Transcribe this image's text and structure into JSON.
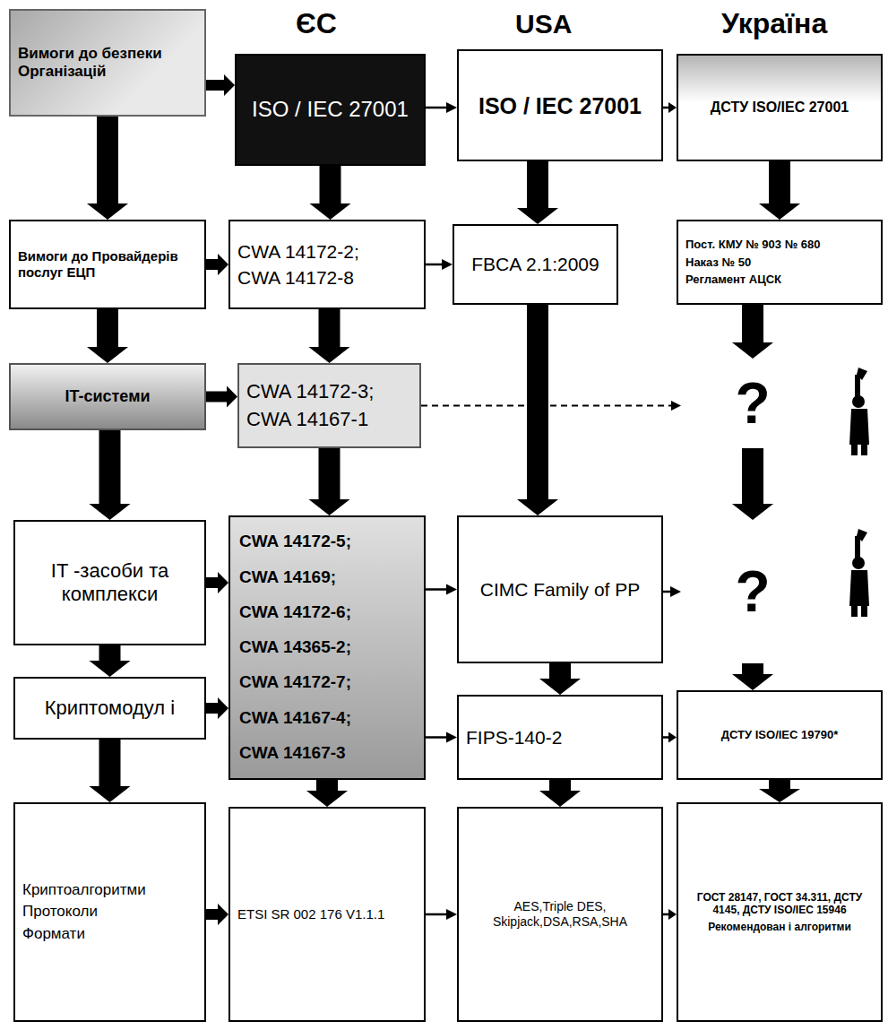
{
  "diagram": {
    "nodes": [
      {
        "text": [
          "Вимоги до безпеки Організацій"
        ]
      },
      {
        "text": [
          "ISO / IEC 27001"
        ]
      },
      {
        "text": [
          "ISO / IEC 27001"
        ]
      },
      {
        "text": [
          "ДСТУ ISO/IEC 27001"
        ]
      },
      {
        "text": [
          "Вимоги до Провайдерів послуг ЕЦП"
        ]
      },
      {
        "text": [
          "CWA 14172-2;",
          "CWA 14172-8"
        ]
      },
      {
        "text": [
          "FBCA 2.1:2009"
        ]
      },
      {
        "text": [
          "Пост. КМУ № 903 № 680",
          "Наказ № 50",
          "Регламент АЦСК"
        ]
      },
      {
        "text": [
          "IT-системи"
        ]
      },
      {
        "text": [
          "CWA 14172-3;",
          "CWA 14167-1"
        ]
      },
      {
        "text": [
          "?"
        ]
      },
      {
        "text": [
          "IT -засоби та комплекси"
        ]
      },
      {
        "text": [
          "CWA 14172-5;",
          "CWA 14169;",
          "CWA 14172-6;",
          "CWA 14365-2;",
          "CWA 14172-7;",
          "CWA 14167-4;",
          "CWA 14167-3"
        ]
      },
      {
        "text": [
          "CIMC Family of PP"
        ]
      },
      {
        "text": [
          "?"
        ]
      },
      {
        "text": [
          "Криптомодул і"
        ]
      },
      {
        "text": [
          "FIPS-140-2"
        ]
      },
      {
        "text": [
          "ДСТУ ISO/IEC 19790*"
        ]
      },
      {
        "text": [
          "Криптоалгоритми",
          "Протоколи",
          "Формати"
        ]
      },
      {
        "text": [
          "ETSI SR 002 176 V1.1.1"
        ]
      },
      {
        "text": [
          "AES,Triple DES, Skipjack,DSA,RSA,SHA"
        ]
      },
      {
        "text": [
          "ГОСТ 28147, ГОСТ 34.311, ДСТУ 4145, ДСТУ ISO/IEC 15946",
          "Рекомендован і алгоритми"
        ]
      }
    ],
    "edges": [
      {
        "from": 0,
        "to": 1,
        "arrow": "to"
      },
      {
        "from": 4,
        "to": 5,
        "arrow": "to"
      },
      {
        "from": 8,
        "to": 9,
        "arrow": "to"
      },
      {
        "from": 11,
        "to": 12,
        "arrow": "to"
      },
      {
        "from": 15,
        "to": 12,
        "arrow": "to"
      },
      {
        "from": 18,
        "to": 19,
        "arrow": "to"
      },
      {
        "from": 1,
        "to": 2,
        "arrow": "to"
      },
      {
        "from": 2,
        "to": 3,
        "arrow": "to"
      },
      {
        "from": 5,
        "to": 6,
        "arrow": "to"
      },
      {
        "from": 9,
        "to": 10,
        "arrow": "to"
      },
      {
        "from": 12,
        "to": 13,
        "arrow": "to"
      },
      {
        "from": 13,
        "to": 14,
        "arrow": "to"
      },
      {
        "from": 12,
        "to": 16,
        "arrow": "to"
      },
      {
        "from": 16,
        "to": 17,
        "arrow": "to"
      },
      {
        "from": 19,
        "to": 20,
        "arrow": "to"
      },
      {
        "from": 20,
        "to": 21,
        "arrow": "to"
      },
      {
        "from": 0,
        "to": 4,
        "arrow": "to"
      },
      {
        "from": 4,
        "to": 8,
        "arrow": "to"
      },
      {
        "from": 8,
        "to": 11,
        "arrow": "to"
      },
      {
        "from": 11,
        "to": 15,
        "arrow": "to"
      },
      {
        "from": 15,
        "to": 18,
        "arrow": "to"
      },
      {
        "from": 1,
        "to": 5,
        "arrow": "to"
      },
      {
        "from": 5,
        "to": 9,
        "arrow": "to"
      },
      {
        "from": 9,
        "to": 12,
        "arrow": "to"
      },
      {
        "from": 12,
        "to": 19,
        "arrow": "to"
      },
      {
        "from": 2,
        "to": 6,
        "arrow": "to"
      },
      {
        "from": 6,
        "to": 13,
        "arrow": "to"
      },
      {
        "from": 13,
        "to": 16,
        "arrow": "to"
      },
      {
        "from": 16,
        "to": 20,
        "arrow": "to"
      },
      {
        "from": 3,
        "to": 7,
        "arrow": "to"
      },
      {
        "from": 7,
        "to": 10,
        "arrow": "to"
      },
      {
        "from": 10,
        "to": 14,
        "arrow": "to"
      },
      {
        "from": 14,
        "to": 17,
        "arrow": "to"
      },
      {
        "from": 17,
        "to": 21,
        "arrow": "to"
      }
    ],
    "labels": [
      "ЄС",
      "USA",
      "Україна"
    ]
  }
}
